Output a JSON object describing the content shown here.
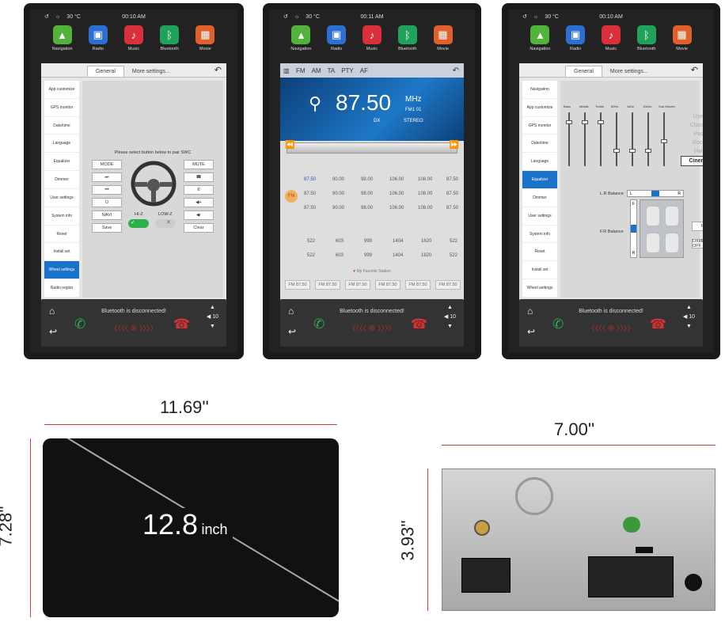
{
  "status": {
    "temperature": "30 °C",
    "screens": [
      {
        "time": "00:10 AM"
      },
      {
        "time": "00:11 AM"
      },
      {
        "time": "00:10 AM"
      }
    ]
  },
  "apps": [
    "Navigation",
    "Radio",
    "Music",
    "Bluetooth",
    "Movie"
  ],
  "app_colors": [
    "#52b33a",
    "#2a6fd1",
    "#d9303b",
    "#1fa35b",
    "#e0602b"
  ],
  "dock": {
    "bluetooth_status": "Bluetooth is disconnected!",
    "volume": "10"
  },
  "screen1": {
    "tabs": [
      "General",
      "More settings..."
    ],
    "sidebar": [
      "App customize",
      "GPS monitor",
      "Date/time",
      "Language",
      "Equalizer",
      "Dimmer",
      "User settings",
      "System info",
      "Reset",
      "Install set",
      "Wheel settings",
      "Radio region"
    ],
    "active": "Wheel settings",
    "prompt": "Please select button below to pair SWC",
    "left_buttons": [
      "MODE",
      "⏭",
      "⏮",
      "⏻",
      "NAVI",
      "Save"
    ],
    "right_buttons": [
      "MUTE",
      "☎",
      "✆",
      "◀+",
      "◀-",
      "Clear"
    ],
    "hiz": "HI-Z",
    "lowz": "LOW-Z"
  },
  "screen2": {
    "header_items": [
      "FM",
      "AM",
      "TA",
      "PTY",
      "AF"
    ],
    "frequency": "87.50",
    "unit": "MHz",
    "band": "FM1 01",
    "dx": "DX",
    "stereo": "STEREO",
    "band_badge": "FM",
    "fm_rows": [
      [
        "87.50",
        "90.00",
        "98.00",
        "106.00",
        "108.00",
        "87.50"
      ],
      [
        "87.50",
        "90.00",
        "98.00",
        "106.00",
        "108.00",
        "87.50"
      ],
      [
        "87.50",
        "90.00",
        "98.00",
        "106.00",
        "108.00",
        "87.50"
      ]
    ],
    "am_rows": [
      [
        "522",
        "603",
        "999",
        "1404",
        "1620",
        "522"
      ],
      [
        "522",
        "603",
        "999",
        "1404",
        "1620",
        "522"
      ]
    ],
    "favorite_label": "My Favorite Station",
    "favorites": [
      "FM 87.50",
      "FM 87.50",
      "FM 87.50",
      "FM 87.50",
      "FM 87.50",
      "FM 87.50"
    ]
  },
  "screen3": {
    "tabs": [
      "General",
      "More settings..."
    ],
    "sidebar": [
      "Navigation",
      "App customize",
      "GPS monitor",
      "Date/time",
      "Language",
      "Equalizer",
      "Dimmer",
      "User settings",
      "System info",
      "Reset",
      "Install set",
      "Wheel settings"
    ],
    "active": "Equalizer",
    "eq_bands": [
      "Bass",
      "Middle",
      "Treble",
      "80Hz",
      "1kHz",
      "10kHz",
      "Sub Woofer"
    ],
    "eq_levels": [
      10,
      10,
      10,
      -5,
      -5,
      -5,
      0
    ],
    "presets": [
      "User",
      "Classic",
      "Pop",
      "Rock",
      "Hall",
      "Cinema"
    ],
    "active_preset": "Cinema",
    "lr_label": "L.R Balance",
    "lr_left": "L",
    "lr_right": "R",
    "fr_label": "F.R Balance",
    "fr_front": "F",
    "fr_rear": "R",
    "reset": "Reset",
    "loudness": "Loudness OFF"
  },
  "dimensions": {
    "screen_width": "11.69''",
    "screen_height": "7.28''",
    "screen_size": "12.8",
    "screen_unit": "inch",
    "rear_width": "7.00''",
    "rear_height": "3.93''"
  }
}
